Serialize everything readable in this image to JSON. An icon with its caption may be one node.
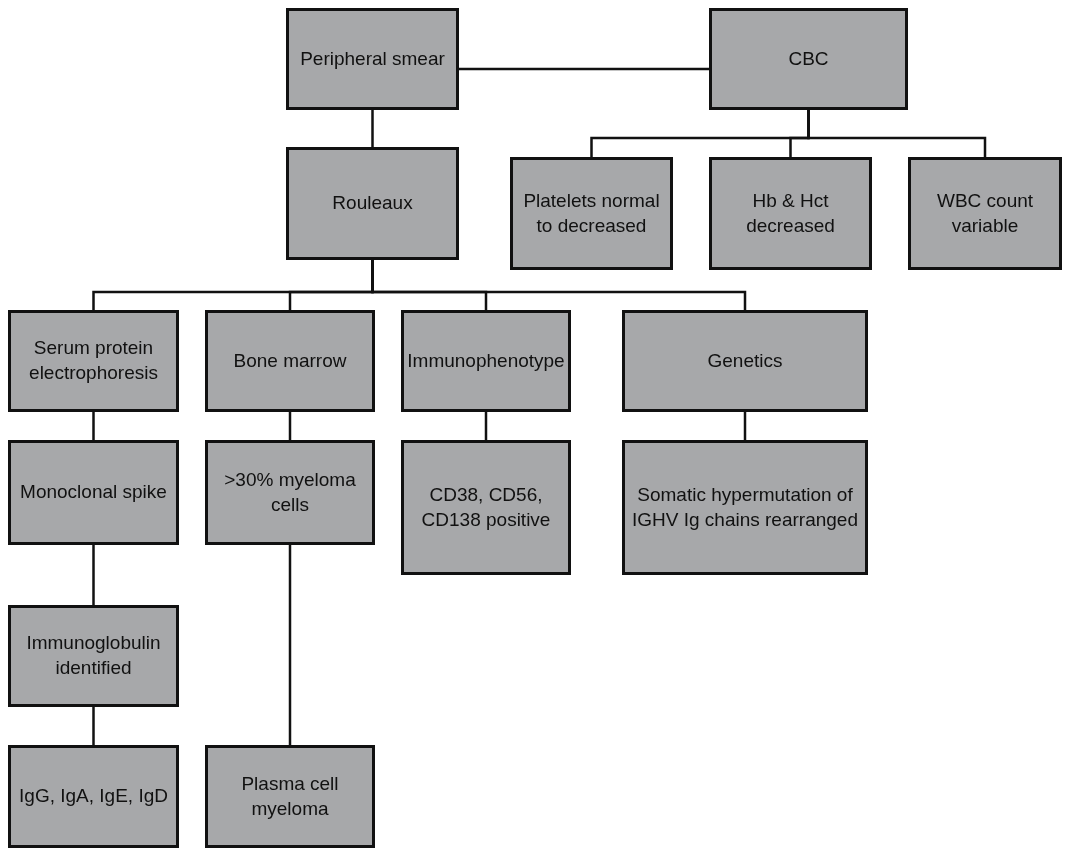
{
  "diagram": {
    "nodes": [
      {
        "text": [
          "Peripheral smear"
        ]
      },
      {
        "text": [
          "CBC"
        ]
      },
      {
        "text": [
          "Rouleaux"
        ]
      },
      {
        "text": [
          "Platelets normal to decreased"
        ]
      },
      {
        "text": [
          "Hb & Hct decreased"
        ]
      },
      {
        "text": [
          "WBC count variable"
        ]
      },
      {
        "text": [
          "Serum protein electrophoresis"
        ]
      },
      {
        "text": [
          "Bone marrow"
        ]
      },
      {
        "text": [
          "Immunophenotype"
        ]
      },
      {
        "text": [
          "Genetics"
        ]
      },
      {
        "text": [
          "Monoclonal spike"
        ]
      },
      {
        "text": [
          ">30% myeloma cells"
        ]
      },
      {
        "text": [
          "CD38, CD56, CD138 positive"
        ]
      },
      {
        "text": [
          "Somatic hypermutation of IGHV Ig chains rearranged"
        ]
      },
      {
        "text": [
          "Immunoglobulin identified"
        ]
      },
      {
        "text": [
          "IgG, IgA, IgE, IgD"
        ]
      },
      {
        "text": [
          "Plasma cell myeloma"
        ]
      }
    ],
    "edges": [
      {
        "from": 0,
        "to": 1,
        "arrow": "none"
      },
      {
        "from": 0,
        "to": 2,
        "arrow": "none"
      },
      {
        "from": 1,
        "to": 3,
        "arrow": "none"
      },
      {
        "from": 1,
        "to": 4,
        "arrow": "none"
      },
      {
        "from": 1,
        "to": 5,
        "arrow": "none"
      },
      {
        "from": 2,
        "to": 6,
        "arrow": "none"
      },
      {
        "from": 2,
        "to": 7,
        "arrow": "none"
      },
      {
        "from": 2,
        "to": 8,
        "arrow": "none"
      },
      {
        "from": 2,
        "to": 9,
        "arrow": "none"
      },
      {
        "from": 6,
        "to": 10,
        "arrow": "none"
      },
      {
        "from": 7,
        "to": 11,
        "arrow": "none"
      },
      {
        "from": 8,
        "to": 12,
        "arrow": "none"
      },
      {
        "from": 9,
        "to": 13,
        "arrow": "none"
      },
      {
        "from": 10,
        "to": 14,
        "arrow": "none"
      },
      {
        "from": 11,
        "to": 16,
        "arrow": "none"
      },
      {
        "from": 14,
        "to": 15,
        "arrow": "none"
      }
    ]
  }
}
